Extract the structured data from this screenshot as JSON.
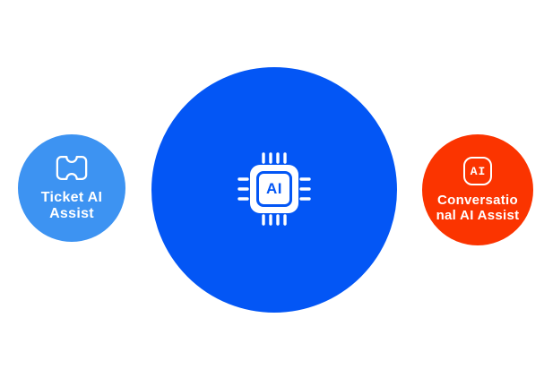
{
  "diagram": {
    "background_color": "#FFFFFF",
    "text_color": "#FFFFFF",
    "center_node": {
      "id": "ai-core",
      "icon": "ai-chip-icon",
      "chip_text": "AI",
      "color": "#0356F5",
      "ring_color": "#FFFFFF"
    },
    "left_node": {
      "id": "ticket-ai-assist",
      "icon": "ticket-icon",
      "label": "Ticket AI Assist",
      "label_lines": [
        "Ticket AI",
        "Assist"
      ],
      "color": "#3D93F2",
      "ring_color": "#FFFFFF"
    },
    "right_node": {
      "id": "conversational-ai-assist",
      "icon": "ai-badge-icon",
      "badge_text": "AI",
      "label": "Conversational AI Assist",
      "label_lines": [
        "Conversatio",
        "nal AI Assist"
      ],
      "color": "#FB3400",
      "ring_color": "#FFFFFF"
    }
  }
}
